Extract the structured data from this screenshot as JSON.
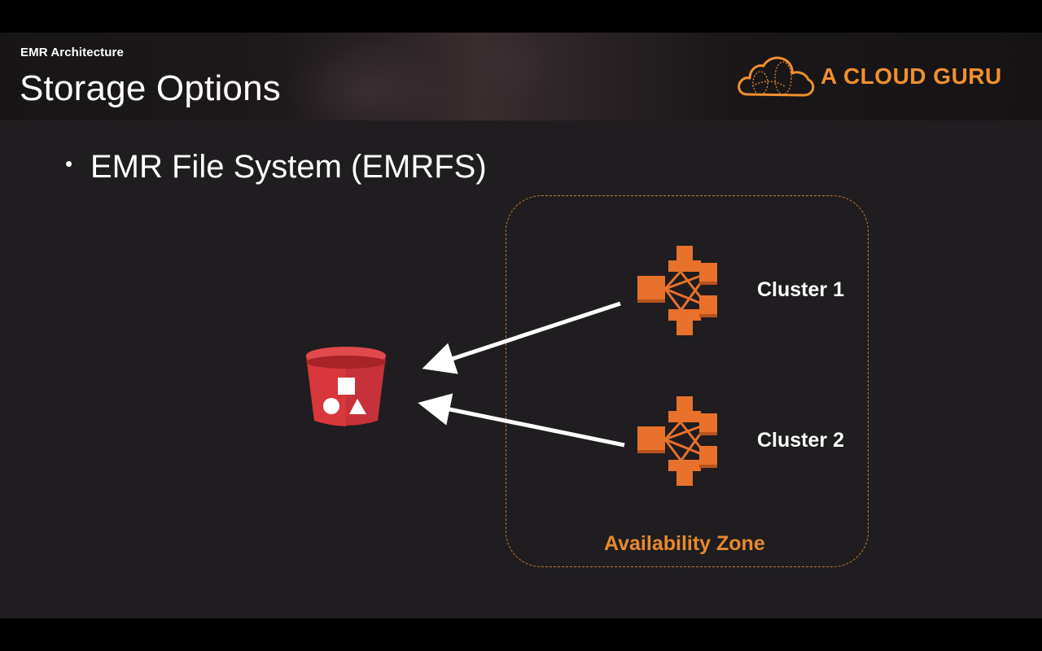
{
  "header": {
    "eyebrow": "EMR Architecture",
    "title": "Storage Options",
    "logo_text": "A CLOUD GURU"
  },
  "content": {
    "bullet": "EMR File System (EMRFS)"
  },
  "diagram": {
    "zone_label": "Availability Zone",
    "clusters": [
      {
        "label": "Cluster 1"
      },
      {
        "label": "Cluster 2"
      }
    ],
    "storage_icon": "s3-bucket-icon",
    "cluster_icon": "emr-cluster-icon",
    "arrow_color": "#ffffff",
    "cluster_color": "#e8712b",
    "bucket_color": "#d8373b",
    "accent_color": "#f1902f"
  }
}
